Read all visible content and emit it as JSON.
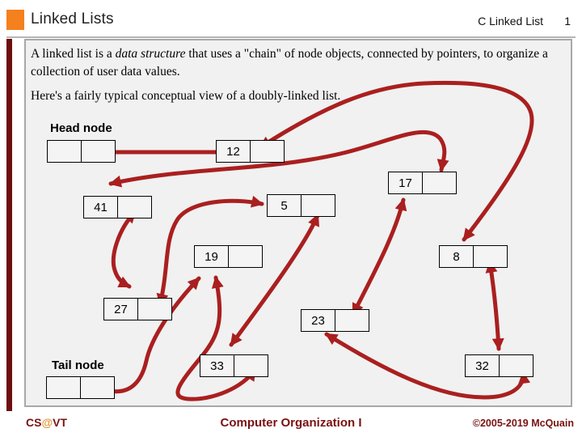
{
  "header": {
    "title": "Linked Lists",
    "context": "C Linked List",
    "page": "1",
    "accent_color": "#f5801e"
  },
  "content": {
    "paragraph1_pre": "A linked list is a ",
    "paragraph1_italic": "data structure",
    "paragraph1_post": " that uses a \"chain\" of node objects, connected by pointers, to organize a collection of user data values.",
    "paragraph2": "Here's a fairly typical conceptual view of a doubly-linked list."
  },
  "diagram": {
    "head_label": "Head node",
    "tail_label": "Tail node",
    "arrow_color": "#aa1f1f",
    "nodes": [
      {
        "id": "head",
        "value": ""
      },
      {
        "id": "n12",
        "value": "12"
      },
      {
        "id": "n17",
        "value": "17"
      },
      {
        "id": "n41",
        "value": "41"
      },
      {
        "id": "n5",
        "value": "5"
      },
      {
        "id": "n19",
        "value": "19"
      },
      {
        "id": "n8",
        "value": "8"
      },
      {
        "id": "n27",
        "value": "27"
      },
      {
        "id": "n23",
        "value": "23"
      },
      {
        "id": "n33",
        "value": "33"
      },
      {
        "id": "n32",
        "value": "32"
      },
      {
        "id": "tail",
        "value": ""
      }
    ],
    "links": [
      {
        "from": "head",
        "to": "n12"
      },
      {
        "from": "n12",
        "to": "n8"
      },
      {
        "from": "n41",
        "to": "n17"
      },
      {
        "from": "n27",
        "to": "n5"
      },
      {
        "from": "n5",
        "to": "n33"
      },
      {
        "from": "n41",
        "to": "n27"
      },
      {
        "from": "tail",
        "to": "n19"
      },
      {
        "from": "n19",
        "to": "n33"
      },
      {
        "from": "n17",
        "to": "n23"
      },
      {
        "from": "n8",
        "to": "n32"
      },
      {
        "from": "n23",
        "to": "n32"
      }
    ]
  },
  "footer": {
    "left_cs": "CS",
    "left_at": "@",
    "left_vt": "VT",
    "center": "Computer Organization I",
    "right": "©2005-2019 McQuain"
  }
}
